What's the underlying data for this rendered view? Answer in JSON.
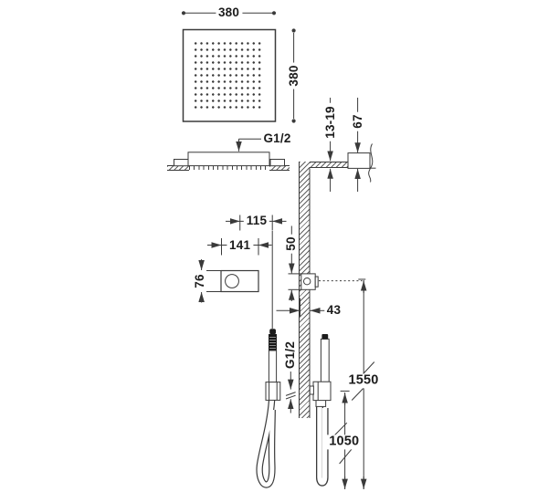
{
  "drawing": {
    "kind": "shower-system-installation-diagram",
    "colors": {
      "line": "#3a3a3a",
      "text": "#1c1c1c",
      "dark_fill": "#1c1c1c",
      "background": "#ffffff"
    },
    "labels": {
      "head_width": "380",
      "head_side": "380",
      "supply_thread_top": "G1/2",
      "ceiling_thickness": "13-19",
      "recess_box_height": "67",
      "offset_panel_to_support": "115",
      "panel_width": "141",
      "panel_height": "76",
      "valve_box_size": "50",
      "valve_projection": "43",
      "hose_thread": "G1/2",
      "valve_height": "1550",
      "support_height": "1050"
    }
  }
}
